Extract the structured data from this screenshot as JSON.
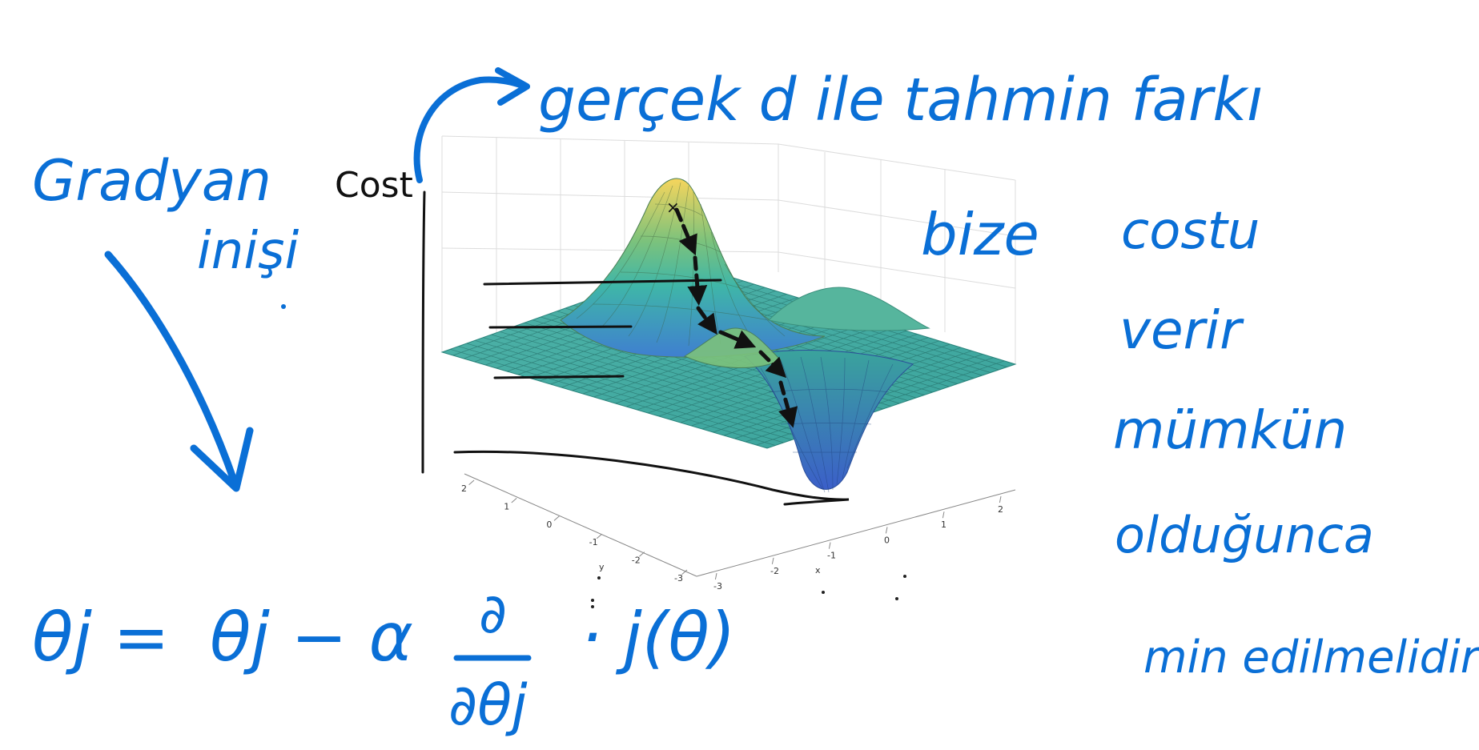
{
  "colors": {
    "ink_blue": "#0a6fd6",
    "ink_black": "#111111",
    "surface_low": "#3f7fd0",
    "surface_mid": "#3fb6a8",
    "surface_high": "#f2d25a"
  },
  "left_note": {
    "line1": "Gradyan",
    "line2": "inişi"
  },
  "cost_label": "Cost",
  "top_note": "gerçek d ile tahmin farkı",
  "right_note": {
    "line1": "bize",
    "line2": "costu",
    "line3": "verir",
    "line4": "mümkün",
    "line5": "olduğunca",
    "line6": "min edilmelidir"
  },
  "formula": {
    "lhs": "θj =",
    "rhs": "θj − α",
    "numerator": "∂",
    "denominator": "∂θj",
    "tail": "· j(θ)"
  },
  "y_axis": {
    "label": "y",
    "ticks": [
      "2",
      "1",
      "0",
      "-1",
      "-2",
      "-3"
    ]
  },
  "x_axis": {
    "label": "x",
    "ticks": [
      "-3",
      "-2",
      "-1",
      "0",
      "1",
      "2"
    ]
  }
}
